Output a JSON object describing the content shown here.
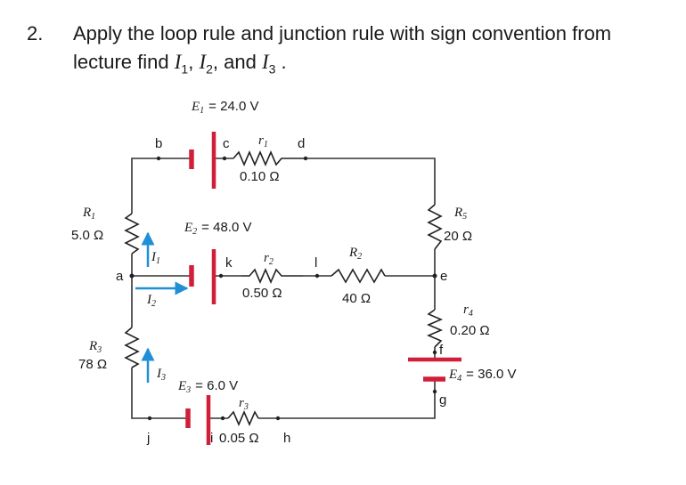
{
  "question": {
    "number": "2.",
    "line1": "Apply the loop rule and junction rule with sign convention from",
    "line2_prefix": "lecture find ",
    "I_letter": "I",
    "sub1": "1",
    "sub2": "2",
    "sub3": "3",
    "sep1": ", ",
    "sep2": ", and ",
    "end": " ."
  },
  "circuit": {
    "emf1": {
      "sym": "E",
      "sub": "1",
      "value": "= 24.0 V"
    },
    "emf2": {
      "sym": "E",
      "sub": "2",
      "value": "= 48.0 V"
    },
    "emf3": {
      "sym": "E",
      "sub": "3",
      "value": "= 6.0 V"
    },
    "emf4": {
      "sym": "E",
      "sub": "4",
      "value": "= 36.0 V"
    },
    "r1": {
      "sym": "r",
      "sub": "1",
      "value": "0.10 Ω"
    },
    "r2": {
      "sym": "r",
      "sub": "2",
      "value": "0.50 Ω"
    },
    "r3": {
      "sym": "r",
      "sub": "3",
      "value": "0.05 Ω"
    },
    "r4": {
      "sym": "r",
      "sub": "4",
      "value": "0.20 Ω"
    },
    "R1": {
      "sym": "R",
      "sub": "1",
      "value": "5.0 Ω"
    },
    "R2": {
      "sym": "R",
      "sub": "2",
      "value": "40 Ω"
    },
    "R3": {
      "sym": "R",
      "sub": "3",
      "value": "78 Ω"
    },
    "R5": {
      "sym": "R",
      "sub": "5",
      "value": "20 Ω"
    },
    "I1": {
      "sym": "I",
      "sub": "1"
    },
    "I2": {
      "sym": "I",
      "sub": "2"
    },
    "I3": {
      "sym": "I",
      "sub": "3"
    },
    "points": {
      "a": "a",
      "b": "b",
      "c": "c",
      "d": "d",
      "e": "e",
      "f": "f",
      "g": "g",
      "h": "h",
      "i": "i",
      "j": "j",
      "k": "k",
      "l": "l"
    },
    "colors": {
      "battery": "#d11f3a",
      "arrow": "#1f8fd6",
      "wire": "#333333"
    }
  }
}
